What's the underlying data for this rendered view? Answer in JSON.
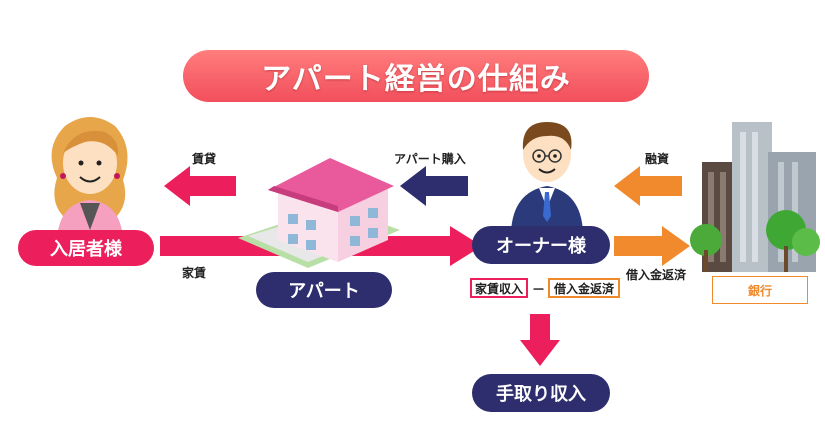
{
  "title": "アパート経営の仕組み",
  "nodes": {
    "tenant": "入居者様",
    "apartment": "アパート",
    "owner": "オーナー様",
    "bank": "銀行",
    "net_income": "手取り収入"
  },
  "edges": {
    "lease": "賃貸",
    "rent": "家賃",
    "purchase": "アパート購入",
    "financing": "融資",
    "repayment": "借入金返済"
  },
  "formula": {
    "rent_income": "家賃収入",
    "minus": "－",
    "repayment": "借入金返済"
  },
  "colors": {
    "pink": "#ec1e5b",
    "navy": "#2e2e6e",
    "orange": "#f08a2c",
    "title": "#f24f5c"
  },
  "icons": [
    "tenant-woman-icon",
    "apartment-building-icon",
    "owner-man-icon",
    "bank-buildings-icon"
  ]
}
